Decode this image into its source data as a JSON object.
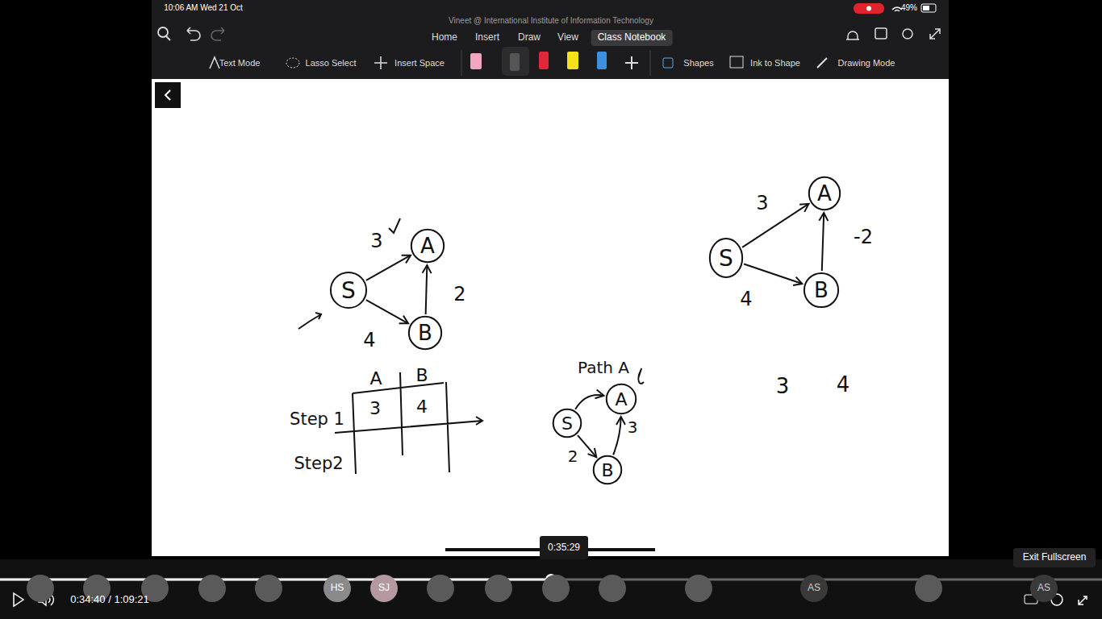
{
  "diagram": {
    "nodes": [
      {
        "text": [
          "S"
        ]
      },
      {
        "text": [
          "A"
        ]
      },
      {
        "text": [
          "B"
        ]
      },
      {
        "text": [
          "S"
        ]
      },
      {
        "text": [
          "A"
        ]
      },
      {
        "text": [
          "B"
        ]
      },
      {
        "text": [
          "S"
        ]
      },
      {
        "text": [
          "A"
        ]
      },
      {
        "text": [
          "B"
        ]
      }
    ],
    "edges": [
      {
        "from": 0,
        "to": 1,
        "label": "3",
        "arrow": "to"
      },
      {
        "from": 0,
        "to": 2,
        "label": "4",
        "arrow": "to"
      },
      {
        "from": 2,
        "to": 1,
        "label": "2",
        "arrow": "to"
      },
      {
        "from": 3,
        "to": 4,
        "label": "3",
        "arrow": "to"
      },
      {
        "from": 3,
        "to": 5,
        "label": "4",
        "arrow": "to"
      },
      {
        "from": 5,
        "to": 4,
        "label": "-2",
        "arrow": "to"
      },
      {
        "from": 6,
        "to": 7,
        "label": "Path A",
        "arrow": "to"
      },
      {
        "from": 6,
        "to": 8,
        "label": "2",
        "arrow": "to"
      },
      {
        "from": 8,
        "to": 7,
        "label": "3",
        "arrow": "to"
      }
    ],
    "labels": [
      "Vineet @ International Institute of Information Technology",
      "10:06 AM Wed 21 Oct",
      "49%",
      "Home",
      "Insert",
      "Draw",
      "View",
      "Class Notebook",
      "Text Mode",
      "Lasso Select",
      "Insert Space",
      "Shapes",
      "Ink to Shape",
      "Drawing Mode",
      "A",
      "B",
      "Step 1",
      "3",
      "4",
      "Step2",
      "3",
      "4",
      "0:35:29",
      "0:34:40 / 1:09:21",
      "Exit Fullscreen",
      "HS",
      "SJ",
      "AS",
      "AS"
    ]
  }
}
